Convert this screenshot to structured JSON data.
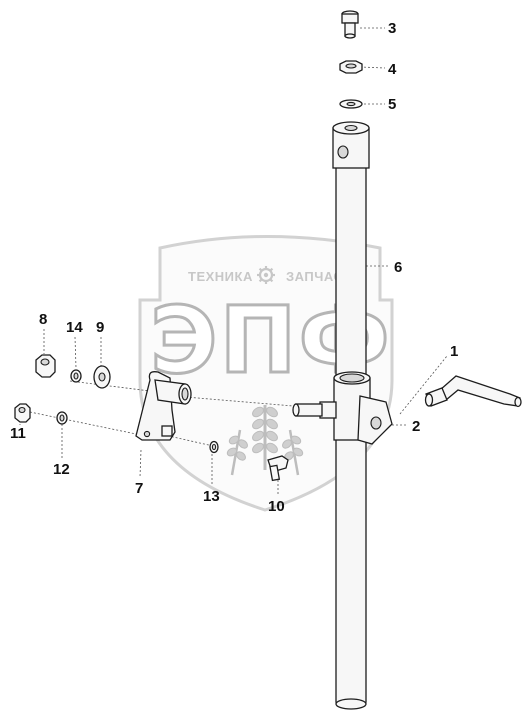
{
  "watermark": {
    "line_left": "ТЕХНИКА",
    "line_right": "ЗАПЧАСТИ",
    "logo_letters": "ЭПФ",
    "gear_icon": "gear-icon",
    "wheat_icon": "wheat-icon"
  },
  "callouts": [
    {
      "id": "c3",
      "label": "3"
    },
    {
      "id": "c4",
      "label": "4"
    },
    {
      "id": "c5",
      "label": "5"
    },
    {
      "id": "c6",
      "label": "6"
    },
    {
      "id": "c1",
      "label": "1"
    },
    {
      "id": "c2",
      "label": "2"
    },
    {
      "id": "c8",
      "label": "8"
    },
    {
      "id": "c14",
      "label": "14"
    },
    {
      "id": "c9",
      "label": "9"
    },
    {
      "id": "c11",
      "label": "11"
    },
    {
      "id": "c12",
      "label": "12"
    },
    {
      "id": "c7",
      "label": "7"
    },
    {
      "id": "c13",
      "label": "13"
    },
    {
      "id": "c10",
      "label": "10"
    }
  ],
  "colors": {
    "ink": "#1d1d1d",
    "watermark": "#c7c7c7"
  }
}
